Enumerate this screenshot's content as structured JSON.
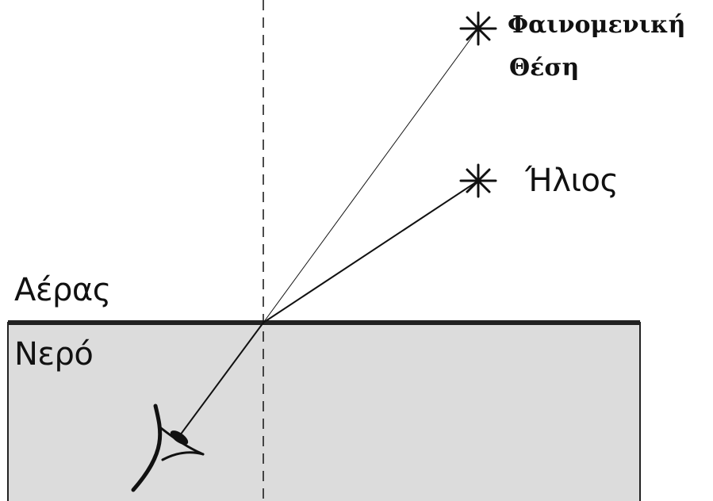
{
  "labels": {
    "apparent_position_line1": "Φαινομενική",
    "apparent_position_line2": "Θέση",
    "sun": "Ήλιος",
    "air": "Αέρας",
    "water": "Νερό"
  },
  "colors": {
    "water_fill": "#dcdcdc",
    "surface_line": "#222222",
    "ink": "#111111",
    "background": "#ffffff"
  },
  "icons": [
    "star-icon",
    "eye-icon"
  ]
}
